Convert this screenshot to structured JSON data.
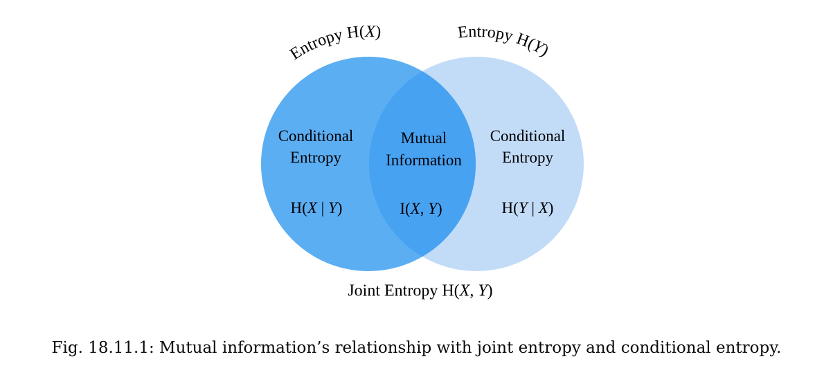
{
  "figure": {
    "type": "venn-diagram",
    "top_labels": {
      "left": [
        {
          "t": "Entropy H("
        },
        {
          "t": "X",
          "i": true
        },
        {
          "t": ")"
        }
      ],
      "right": [
        {
          "t": "Entropy H("
        },
        {
          "t": "Y",
          "i": true
        },
        {
          "t": ")"
        }
      ]
    },
    "regions": {
      "left": {
        "lines": [
          "Conditional",
          "Entropy"
        ],
        "formula": [
          {
            "t": "H("
          },
          {
            "t": "X",
            "i": true
          },
          {
            "t": " | "
          },
          {
            "t": "Y",
            "i": true
          },
          {
            "t": ")"
          }
        ]
      },
      "middle": {
        "lines": [
          "Mutual",
          "Information"
        ],
        "formula": [
          {
            "t": "I("
          },
          {
            "t": "X",
            "i": true
          },
          {
            "t": ", "
          },
          {
            "t": "Y",
            "i": true
          },
          {
            "t": ")"
          }
        ]
      },
      "right": {
        "lines": [
          "Conditional",
          "Entropy"
        ],
        "formula": [
          {
            "t": "H("
          },
          {
            "t": "Y",
            "i": true
          },
          {
            "t": " | "
          },
          {
            "t": "X",
            "i": true
          },
          {
            "t": ")"
          }
        ]
      }
    },
    "bottom_label": [
      {
        "t": "Joint Entropy H("
      },
      {
        "t": "X",
        "i": true
      },
      {
        "t": ", "
      },
      {
        "t": "Y",
        "i": true
      },
      {
        "t": ")"
      }
    ],
    "caption": "Fig. 18.11.1: Mutual information’s relationship with joint entropy and conditional entropy."
  },
  "colors": {
    "left_circle": "#5caef3",
    "right_circle": "#c2dcf8",
    "overlap": "#48a2f2",
    "text": "#000000",
    "background": "#ffffff"
  }
}
